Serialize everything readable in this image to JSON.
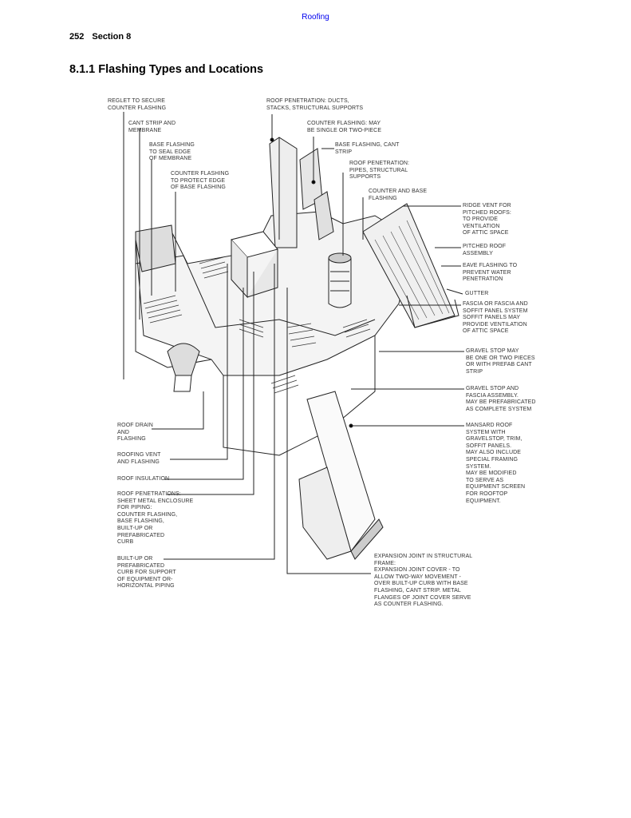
{
  "header": {
    "running_title": "Roofing",
    "page_number": "252",
    "section": "Section 8"
  },
  "heading": "8.1.1 Flashing Types and Locations",
  "figure": {
    "labels_left_top": [
      "REGLET TO SECURE\nCOUNTER FLASHING",
      "CANT STRIP AND\nMEMBRANE",
      "BASE FLASHING\nTO SEAL EDGE\nOF MEMBRANE",
      "COUNTER FLASHING\nTO PROTECT EDGE\nOF BASE FLASHING"
    ],
    "labels_top": [
      "ROOF PENETRATION: DUCTS,\nSTACKS, STRUCTURAL SUPPORTS",
      "COUNTER FLASHING: MAY\nBE SINGLE OR TWO-PIECE",
      "BASE FLASHING, CANT\nSTRIP",
      "ROOF PENETRATION:\nPIPES, STRUCTURAL\nSUPPORTS",
      "COUNTER AND BASE\nFLASHING"
    ],
    "labels_right": [
      "RIDGE VENT FOR\nPITCHED ROOFS:\nTO PROVIDE\nVENTILATION\nOF ATTIC SPACE",
      "PITCHED ROOF\nASSEMBLY",
      "EAVE FLASHING TO\nPREVENT WATER\nPENETRATION",
      "GUTTER",
      "FASCIA OR FASCIA AND\nSOFFIT PANEL SYSTEM\nSOFFIT PANELS MAY\nPROVIDE VENTILATION\nOF ATTIC SPACE",
      "GRAVEL STOP MAY\nBE ONE OR TWO PIECES\nOR WITH PREFAB CANT\nSTRIP",
      "GRAVEL STOP AND\nFASCIA ASSEMBLY.\nMAY BE PREFABRICATED\nAS COMPLETE SYSTEM",
      "MANSARD ROOF\nSYSTEM WITH\nGRAVELSTOP, TRIM,\nSOFFIT PANELS.\nMAY ALSO INCLUDE\nSPECIAL FRAMING\nSYSTEM.\nMAY BE MODIFIED\nTO SERVE AS\nEQUIPMENT SCREEN\nFOR ROOFTOP\nEQUIPMENT."
    ],
    "labels_left_bottom": [
      "ROOF DRAIN\nAND\nFLASHING",
      "ROOFING VENT\nAND FLASHING",
      "ROOF INSULATION",
      "ROOF PENETRATIONS:\nSHEET METAL ENCLOSURE\nFOR PIPING:\nCOUNTER FLASHING,\nBASE FLASHING,\nBUILT-UP OR\nPREFABRICATED\nCURB",
      "BUILT-UP OR\nPREFABRICATED\nCURB FOR SUPPORT\nOF EQUIPMENT OR-\nHORIZONTAL PIPING"
    ],
    "label_bottom": "EXPANSION JOINT IN STRUCTURAL\nFRAME:\nEXPANSION JOINT COVER - TO\nALLOW TWO-WAY MOVEMENT -\nOVER BUILT-UP CURB WITH BASE\nFLASHING, CANT STRIP. METAL\nFLANGES OF JOINT COVER SERVE\nAS COUNTER FLASHING."
  }
}
